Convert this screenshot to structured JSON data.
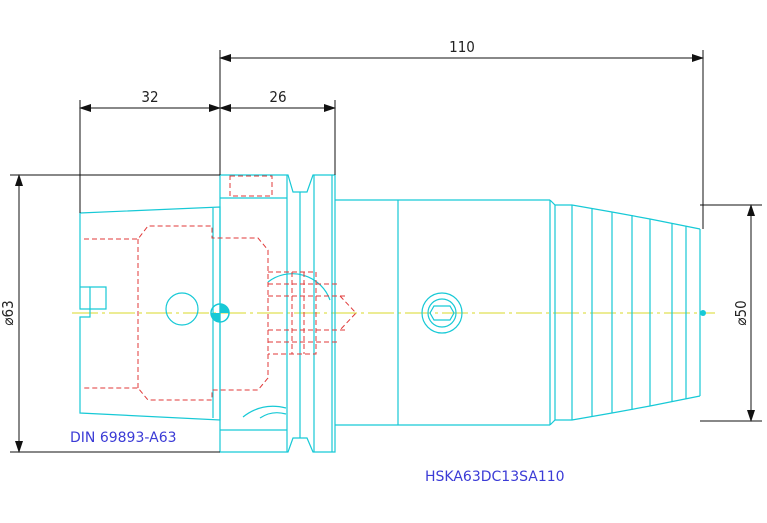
{
  "drawing": {
    "dimensions": {
      "overall_length": "110",
      "taper_length": "32",
      "flange_length": "26",
      "flange_diameter": "⌀63",
      "nose_diameter": "⌀50"
    },
    "labels": {
      "standard": "DIN 69893-A63",
      "part_number": "HSKA63DC13SA110"
    },
    "colors": {
      "outline": "#17c9d6",
      "hidden": "#e03a3a",
      "dimension": "#111111",
      "centerline": "#d8d82a",
      "text": "#3b3bd6"
    }
  }
}
